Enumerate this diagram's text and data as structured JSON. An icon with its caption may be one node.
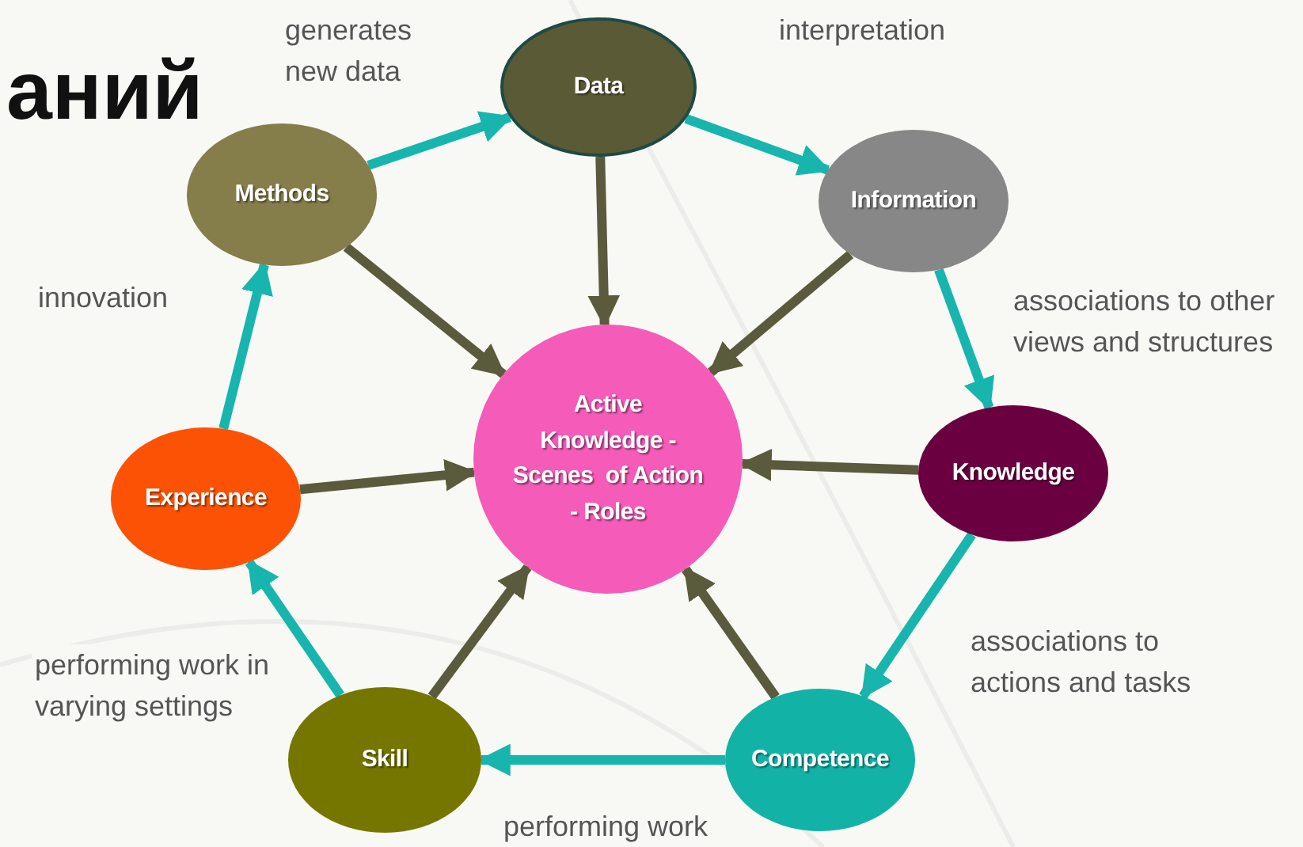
{
  "diagram": {
    "nodes": [
      {
        "text": [
          "Data"
        ]
      },
      {
        "text": [
          "Methods"
        ]
      },
      {
        "text": [
          "Information"
        ]
      },
      {
        "text": [
          "Active Knowledge - Scenes  of Action - Roles"
        ]
      },
      {
        "text": [
          "Experience"
        ]
      },
      {
        "text": [
          "Knowledge"
        ]
      },
      {
        "text": [
          "Skill"
        ]
      },
      {
        "text": [
          "Competence"
        ]
      }
    ],
    "edges": [
      {
        "from": 1,
        "to": 0,
        "arrow": "to",
        "label": "generates new data",
        "color": "#17b5ad"
      },
      {
        "from": 0,
        "to": 2,
        "arrow": "to",
        "label": "interpretation",
        "color": "#17b5ad"
      },
      {
        "from": 2,
        "to": 5,
        "arrow": "to",
        "label": "associations to other views and structures",
        "color": "#17b5ad"
      },
      {
        "from": 5,
        "to": 7,
        "arrow": "to",
        "label": "associations to actions and tasks",
        "color": "#17b5ad"
      },
      {
        "from": 7,
        "to": 6,
        "arrow": "to",
        "label": "performing work",
        "color": "#17b5ad"
      },
      {
        "from": 6,
        "to": 4,
        "arrow": "to",
        "label": "performing work in varying settings",
        "color": "#17b5ad"
      },
      {
        "from": 4,
        "to": 1,
        "arrow": "to",
        "label": "innovation",
        "color": "#17b5ad"
      },
      {
        "from": 0,
        "to": 3,
        "arrow": "to",
        "color": "#5a5a3c"
      },
      {
        "from": 1,
        "to": 3,
        "arrow": "to",
        "color": "#5a5a3c"
      },
      {
        "from": 2,
        "to": 3,
        "arrow": "to",
        "color": "#5a5a3c"
      },
      {
        "from": 5,
        "to": 3,
        "arrow": "to",
        "color": "#5a5a3c"
      },
      {
        "from": 4,
        "to": 3,
        "arrow": "to",
        "color": "#5a5a3c"
      },
      {
        "from": 6,
        "to": 3,
        "arrow": "to",
        "color": "#5a5a3c"
      },
      {
        "from": 7,
        "to": 3,
        "arrow": "to",
        "color": "#5a5a3c"
      }
    ],
    "labels": [
      "аний"
    ]
  }
}
